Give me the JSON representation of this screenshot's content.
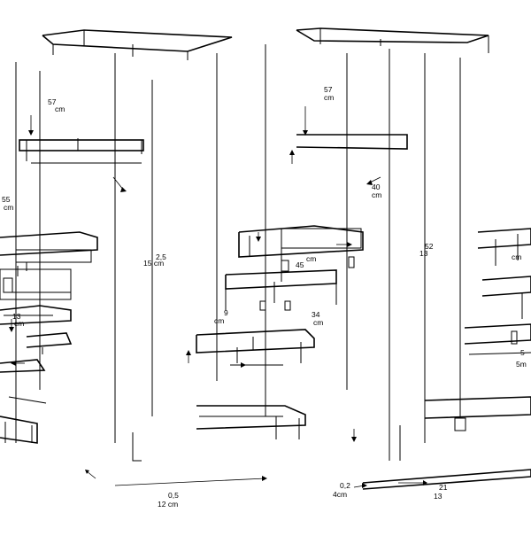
{
  "colors": {
    "ink": "#000000",
    "paper": "#ffffff"
  },
  "dimensions": [
    {
      "id": "d1",
      "line1": "57",
      "line2": "cm"
    },
    {
      "id": "d2",
      "line1": "55",
      "line2": "cm"
    },
    {
      "id": "d3",
      "line1": "2,5",
      "line2": "15 cm"
    },
    {
      "id": "d4",
      "line1": "13",
      "line2": "cm"
    },
    {
      "id": "d5",
      "line1": "57",
      "line2": "cm"
    },
    {
      "id": "d6",
      "line1": "40",
      "line2": "cm"
    },
    {
      "id": "d7",
      "line1": "45",
      "line2": ""
    },
    {
      "id": "d8",
      "line1": "9",
      "line2": "cm"
    },
    {
      "id": "d9",
      "line1": "34",
      "line2": "cm"
    },
    {
      "id": "d10",
      "line1": "52",
      "line2": "13"
    },
    {
      "id": "d11",
      "line1": "cm",
      "line2": ""
    },
    {
      "id": "d12",
      "line1": "5",
      "line2": "5m"
    },
    {
      "id": "d13",
      "line1": "0,5",
      "line2": "12 cm"
    },
    {
      "id": "d14",
      "line1": "0,2",
      "line2": "4cm"
    },
    {
      "id": "d15",
      "line1": "21",
      "line2": "13"
    },
    {
      "id": "d16",
      "line1": "cm",
      "line2": ""
    }
  ]
}
